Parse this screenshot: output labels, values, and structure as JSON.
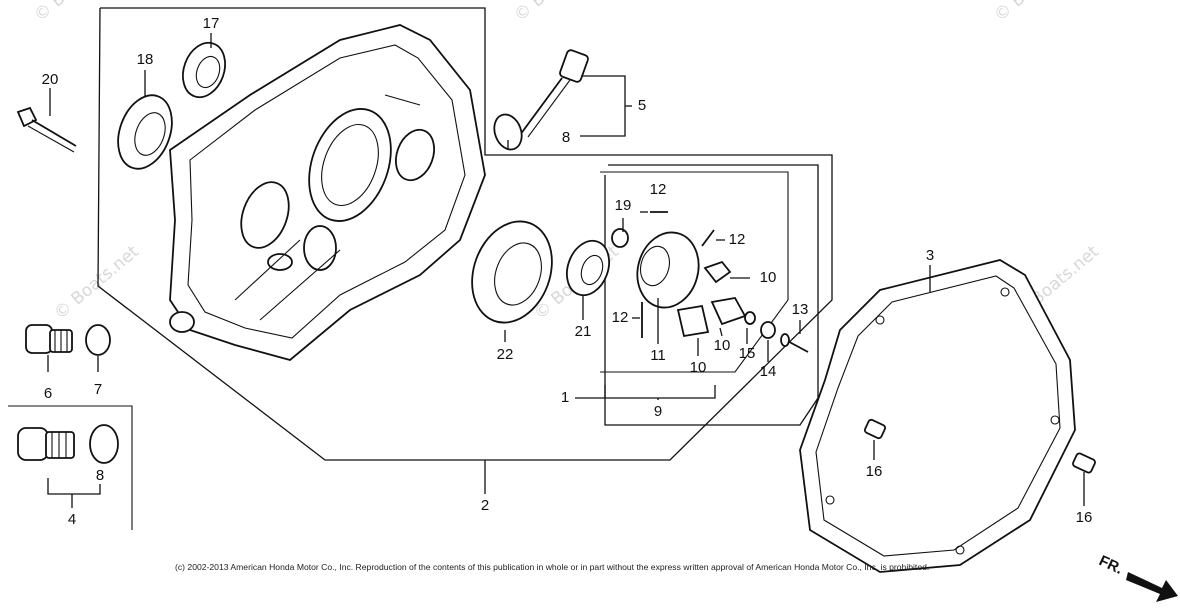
{
  "diagram": {
    "callouts": {
      "p1": "1",
      "p2": "2",
      "p3": "3",
      "p4": "4",
      "p5": "5",
      "p6": "6",
      "p7": "7",
      "p8a": "8",
      "p8b": "8",
      "p9": "9",
      "p10a": "10",
      "p10b": "10",
      "p10c": "10",
      "p11": "11",
      "p12a": "12",
      "p12b": "12",
      "p12c": "12",
      "p13": "13",
      "p14": "14",
      "p15": "15",
      "p16a": "16",
      "p16b": "16",
      "p17": "17",
      "p18": "18",
      "p19": "19",
      "p20": "20",
      "p21": "21",
      "p22": "22"
    },
    "watermark": "© Boats.net",
    "copyright": "(c) 2002-2013 American Honda Motor Co., Inc. Reproduction of the contents of this publication in whole or in part without the express written approval of American Honda Motor Co., Inc. is prohibited.",
    "direction_label": "FR."
  }
}
